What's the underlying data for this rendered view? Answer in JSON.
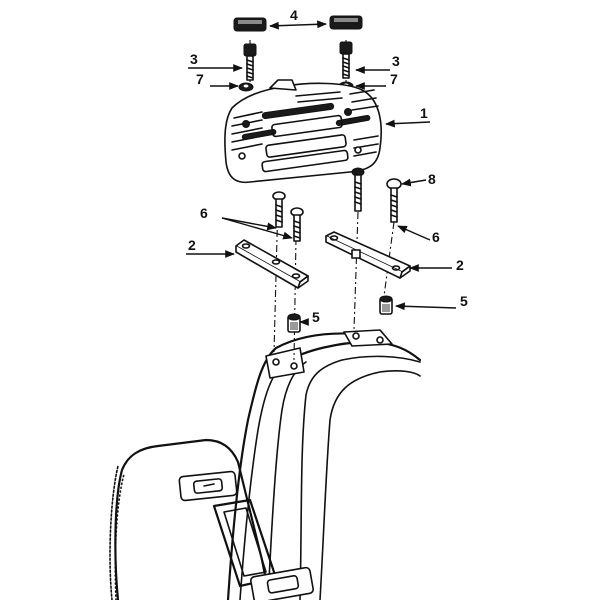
{
  "callouts": {
    "c1": "1",
    "c2_left": "2",
    "c2_right": "2",
    "c3_left": "3",
    "c3_right": "3",
    "c4": "4",
    "c5_left": "5",
    "c5_right": "5",
    "c6_left": "6",
    "c6_right": "6",
    "c7_left": "7",
    "c7_right": "7",
    "c8": "8"
  },
  "colors": {
    "ink": "#111111",
    "paper": "#ffffff",
    "shade": "#9a9a9a"
  }
}
